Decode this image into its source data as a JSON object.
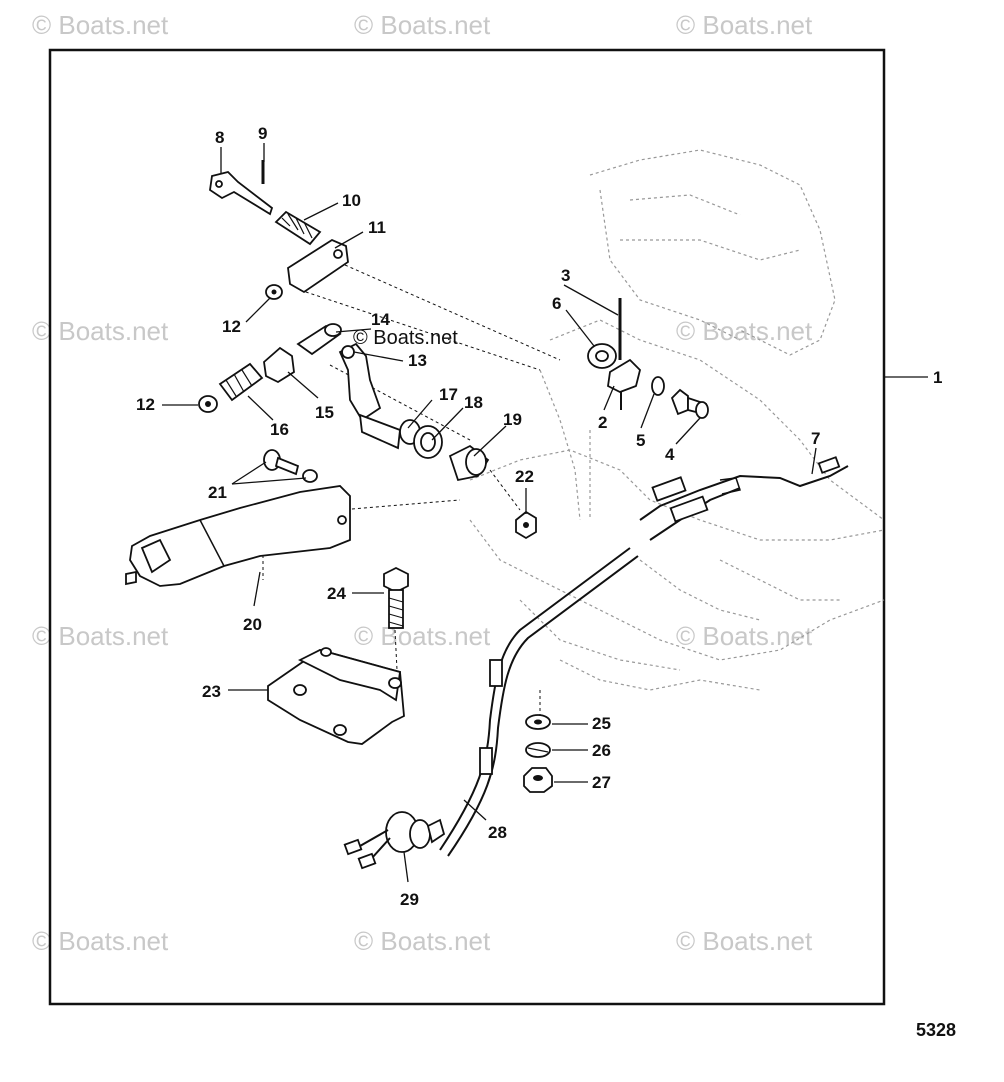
{
  "watermark": "© Boats.net",
  "figure_number": "5328",
  "callouts": [
    "1",
    "2",
    "3",
    "4",
    "5",
    "6",
    "7",
    "8",
    "9",
    "10",
    "11",
    "12",
    "12",
    "13",
    "14",
    "15",
    "16",
    "17",
    "18",
    "19",
    "20",
    "21",
    "22",
    "23",
    "24",
    "25",
    "26",
    "27",
    "28",
    "29"
  ]
}
